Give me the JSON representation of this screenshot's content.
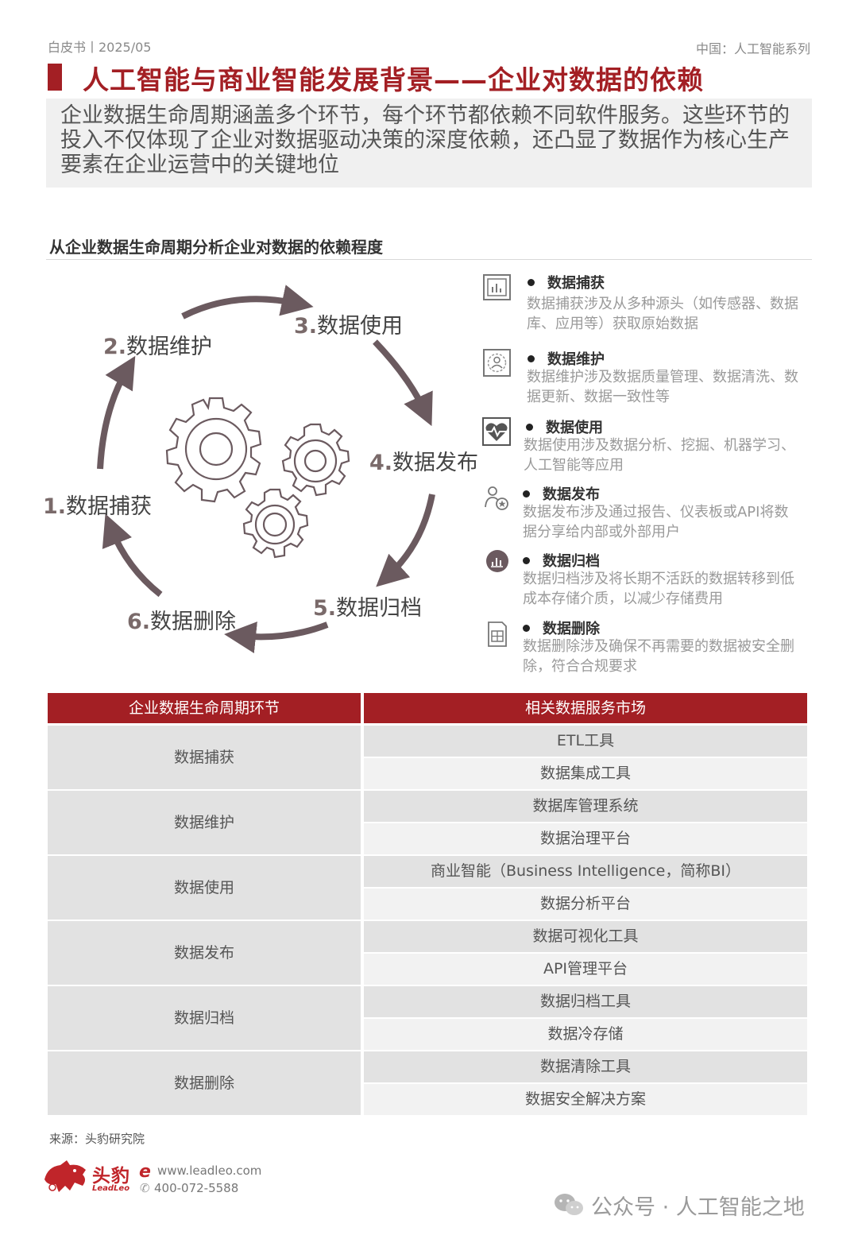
{
  "header": {
    "left": "白皮书丨2025/05",
    "right": "中国：人工智能系列"
  },
  "title": "人工智能与商业智能发展背景——企业对数据的依赖",
  "intro": "企业数据生命周期涵盖多个环节，每个环节都依赖不同软件服务。这些环节的投入不仅体现了企业对数据驱动决策的深度依赖，还凸显了数据作为核心生产要素在企业运营中的关键地位",
  "section_title": "从企业数据生命周期分析企业对数据的依赖程度",
  "cycle": [
    {
      "num": "1.",
      "label": "数据捕获"
    },
    {
      "num": "2.",
      "label": "数据维护"
    },
    {
      "num": "3.",
      "label": "数据使用"
    },
    {
      "num": "4.",
      "label": "数据发布"
    },
    {
      "num": "5.",
      "label": "数据归档"
    },
    {
      "num": "6.",
      "label": "数据删除"
    }
  ],
  "descriptions": [
    {
      "icon": "bar-chart-icon",
      "title": "数据捕获",
      "text": "数据捕获涉及从多种源头（如传感器、数据库、应用等）获取原始数据"
    },
    {
      "icon": "person-gear-icon",
      "title": "数据维护",
      "text": "数据维护涉及数据质量管理、数据清洗、数据更新、数据一致性等"
    },
    {
      "icon": "heart-pulse-icon",
      "title": "数据使用",
      "text": "数据使用涉及数据分析、挖掘、机器学习、人工智能等应用"
    },
    {
      "icon": "users-star-icon",
      "title": "数据发布",
      "text": "数据发布涉及通过报告、仪表板或API将数据分享给内部或外部用户"
    },
    {
      "icon": "chart-circle-icon",
      "title": "数据归档",
      "text": "数据归档涉及将长期不活跃的数据转移到低成本存储介质，以减少存储费用"
    },
    {
      "icon": "document-table-icon",
      "title": "数据删除",
      "text": "数据删除涉及确保不再需要的数据被安全删除，符合合规要求"
    }
  ],
  "table": {
    "headers": [
      "企业数据生命周期环节",
      "相关数据服务市场"
    ],
    "rows": [
      {
        "stage": "数据捕获",
        "services": [
          "ETL工具",
          "数据集成工具"
        ]
      },
      {
        "stage": "数据维护",
        "services": [
          "数据库管理系统",
          "数据治理平台"
        ]
      },
      {
        "stage": "数据使用",
        "services": [
          "商业智能（Business Intelligence，简称BI）",
          "数据分析平台"
        ]
      },
      {
        "stage": "数据发布",
        "services": [
          "数据可视化工具",
          "API管理平台"
        ]
      },
      {
        "stage": "数据归档",
        "services": [
          "数据归档工具",
          "数据冷存储"
        ]
      },
      {
        "stage": "数据删除",
        "services": [
          "数据清除工具",
          "数据安全解决方案"
        ]
      }
    ]
  },
  "source": "来源：头豹研究院",
  "brand": {
    "name_cn": "头豹",
    "name_en": "LeadLeo",
    "website": "www.leadleo.com",
    "phone": "400-072-5588"
  },
  "watermark": "公众号 · 人工智能之地",
  "colors": {
    "accent": "#a31f24",
    "arrow": "#6b5a5f"
  }
}
